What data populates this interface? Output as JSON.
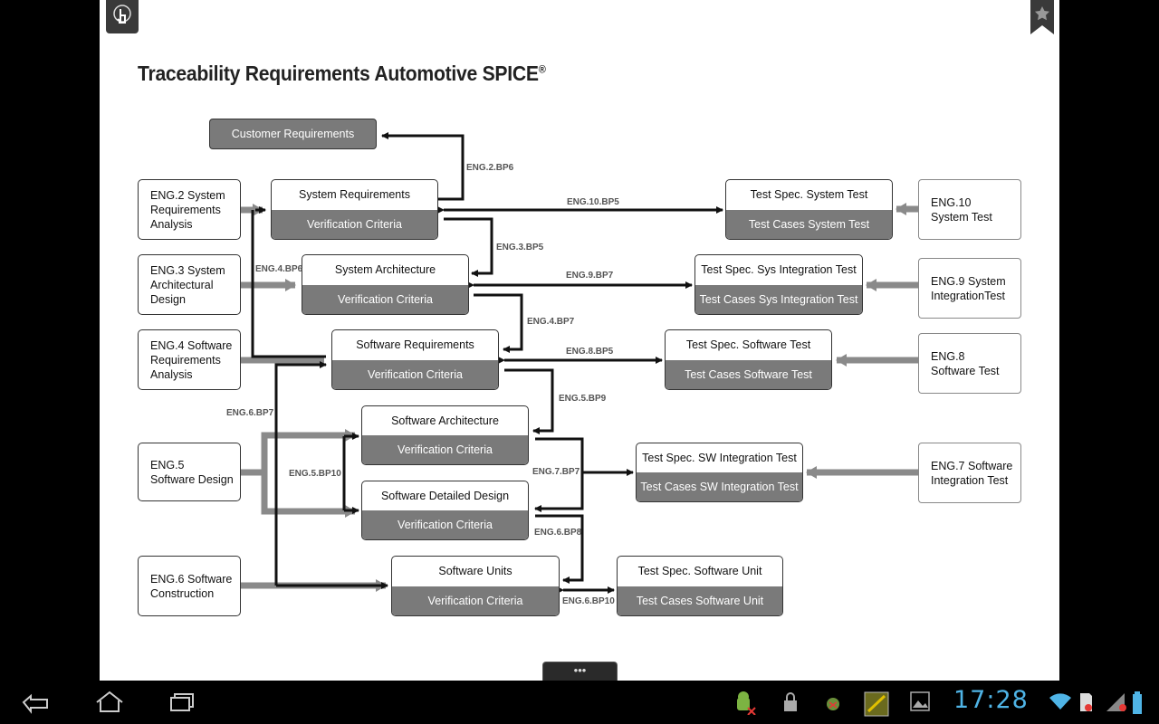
{
  "document": {
    "title": "Traceability Requirements Automotive SPICE",
    "title_mark": "®"
  },
  "customer_requirements": "Customer Requirements",
  "left_boxes": [
    {
      "lines": [
        "ENG.2 System",
        "Requirements",
        "Analysis"
      ]
    },
    {
      "lines": [
        "ENG.3 System",
        "Architectural",
        "Design"
      ]
    },
    {
      "lines": [
        "ENG.4 Software",
        "Requirements",
        "Analysis"
      ]
    },
    {
      "lines": [
        "ENG.5",
        "Software Design"
      ]
    },
    {
      "lines": [
        "ENG.6 Software",
        "Construction"
      ]
    }
  ],
  "center_boxes": [
    {
      "top": "System Requirements",
      "bottom": "Verification Criteria"
    },
    {
      "top": "System Architecture",
      "bottom": "Verification Criteria"
    },
    {
      "top": "Software Requirements",
      "bottom": "Verification Criteria"
    },
    {
      "top": "Software Architecture",
      "bottom": "Verification Criteria"
    },
    {
      "top": "Software Detailed Design",
      "bottom": "Verification Criteria"
    },
    {
      "top": "Software Units",
      "bottom": "Verification Criteria"
    }
  ],
  "test_boxes": [
    {
      "top": "Test Spec. System Test",
      "bottom": "Test Cases System Test"
    },
    {
      "top": "Test Spec. Sys Integration Test",
      "bottom": "Test Cases Sys Integration Test"
    },
    {
      "top": "Test Spec. Software Test",
      "bottom": "Test Cases Software Test"
    },
    {
      "top": "Test Spec. SW Integration Test",
      "bottom": "Test Cases SW Integration Test"
    },
    {
      "top": "Test Spec. Software Unit",
      "bottom": "Test Cases Software Unit"
    }
  ],
  "right_boxes": [
    {
      "lines": [
        "ENG.10",
        "System Test"
      ]
    },
    {
      "lines": [
        "ENG.9 System",
        "IntegrationTest"
      ]
    },
    {
      "lines": [
        "ENG.8",
        "Software Test"
      ]
    },
    {
      "lines": [
        "ENG.7 Software",
        "Integration Test"
      ]
    }
  ],
  "labels": {
    "eng2_bp6": "ENG.2.BP6",
    "eng10_bp5": "ENG.10.BP5",
    "eng3_bp5": "ENG.3.BP5",
    "eng4_bp6": "ENG.4.BP6",
    "eng9_bp7": "ENG.9.BP7",
    "eng4_bp7": "ENG.4.BP7",
    "eng8_bp5": "ENG.8.BP5",
    "eng5_bp9": "ENG.5.BP9",
    "eng6_bp7": "ENG.6.BP7",
    "eng5_bp10": "ENG.5.BP10",
    "eng7_bp7": "ENG.7.BP7",
    "eng6_bp8": "ENG.6.BP8",
    "eng6_bp10": "ENG.6.BP10"
  },
  "nav": {
    "handle_label": "•••",
    "clock": "17:28"
  },
  "icons": {
    "touch": "touch-hand-icon",
    "bookmark": "bookmark-star-icon",
    "back": "back-icon",
    "home": "home-icon",
    "recent": "recent-apps-icon"
  }
}
